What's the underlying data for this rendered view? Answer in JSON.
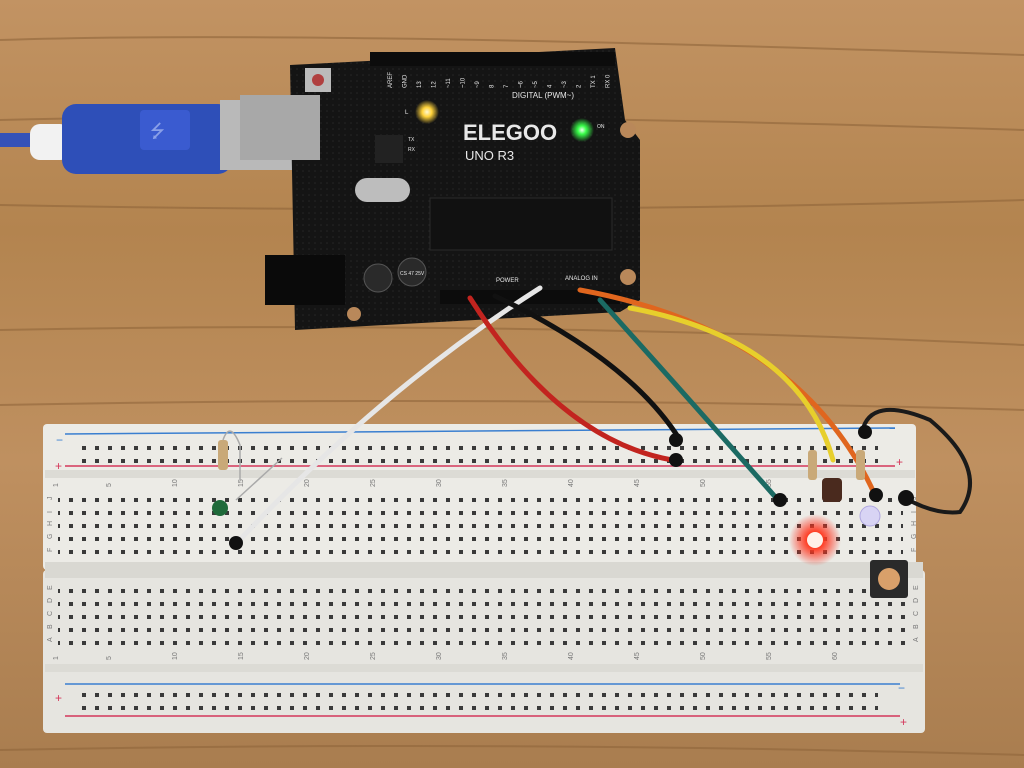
{
  "board": {
    "brand": "ELEGOO",
    "model": "UNO R3",
    "digital_label": "DIGITAL (PWM~)",
    "power_label": "POWER",
    "analog_label": "ANALOG IN",
    "pin_labels": [
      "AREF",
      "GND",
      "13",
      "12",
      "~11",
      "~10",
      "~9",
      "8",
      "7",
      "~6",
      "~5",
      "4",
      "~3",
      "2",
      "TX 1",
      "RX 0"
    ],
    "tx_label": "TX",
    "rx_label": "RX",
    "l_label": "L",
    "on_label": "ON",
    "capacitor_label": "CS 47 25V"
  },
  "breadboard": {
    "column_numbers": [
      "1",
      "5",
      "10",
      "15",
      "20",
      "25",
      "30",
      "35",
      "40",
      "45",
      "50",
      "55",
      "60"
    ],
    "upper_rows": [
      "J",
      "I",
      "H",
      "G",
      "F"
    ],
    "lower_rows": [
      "E",
      "D",
      "C",
      "B",
      "A"
    ],
    "rail_plus": "+",
    "rail_minus": "−"
  },
  "colors": {
    "wood": "#b98a5a",
    "pcb": "#161616",
    "breadboard": "#ecebe6",
    "rail_red": "#d4375a",
    "rail_blue": "#3a7fd0",
    "led_red": "#ff2a1a",
    "led_green": "#39ff4a",
    "led_yellow": "#ffd23a"
  }
}
